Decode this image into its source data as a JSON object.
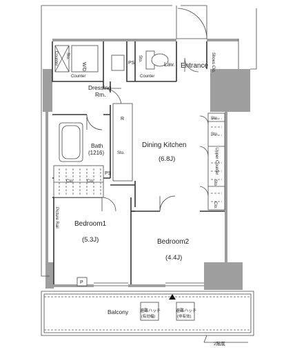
{
  "rooms": {
    "dining_kitchen": {
      "name": "Dining Kitchen",
      "size": "(6.8J)"
    },
    "bedroom1": {
      "name": "Bedroom1",
      "size": "(5.3J)"
    },
    "bedroom2": {
      "name": "Bedroom2",
      "size": "(4.4J)"
    },
    "bath": {
      "name": "Bath",
      "size": "(1216)"
    },
    "dressing": {
      "line1": "Dressing",
      "line2": "Rm."
    },
    "lav": "Lav.",
    "entrance": "Entrance",
    "balcony": "Balcony"
  },
  "labels": {
    "ps": "PS",
    "sto": "Sto.",
    "clo": "Clo.",
    "wd": "W/D",
    "counter": "Counter",
    "shoes_clo": "Shoes Clo.",
    "picture_rail": "Picture Rail",
    "r": "R",
    "p": "P",
    "upper_counter": "Upper Counter",
    "hatch_line1": "避難ハッチ",
    "hatch_line2": "(有効幅)",
    "hatch2_line2": "(非有効)",
    "floor_note": "2階底"
  }
}
